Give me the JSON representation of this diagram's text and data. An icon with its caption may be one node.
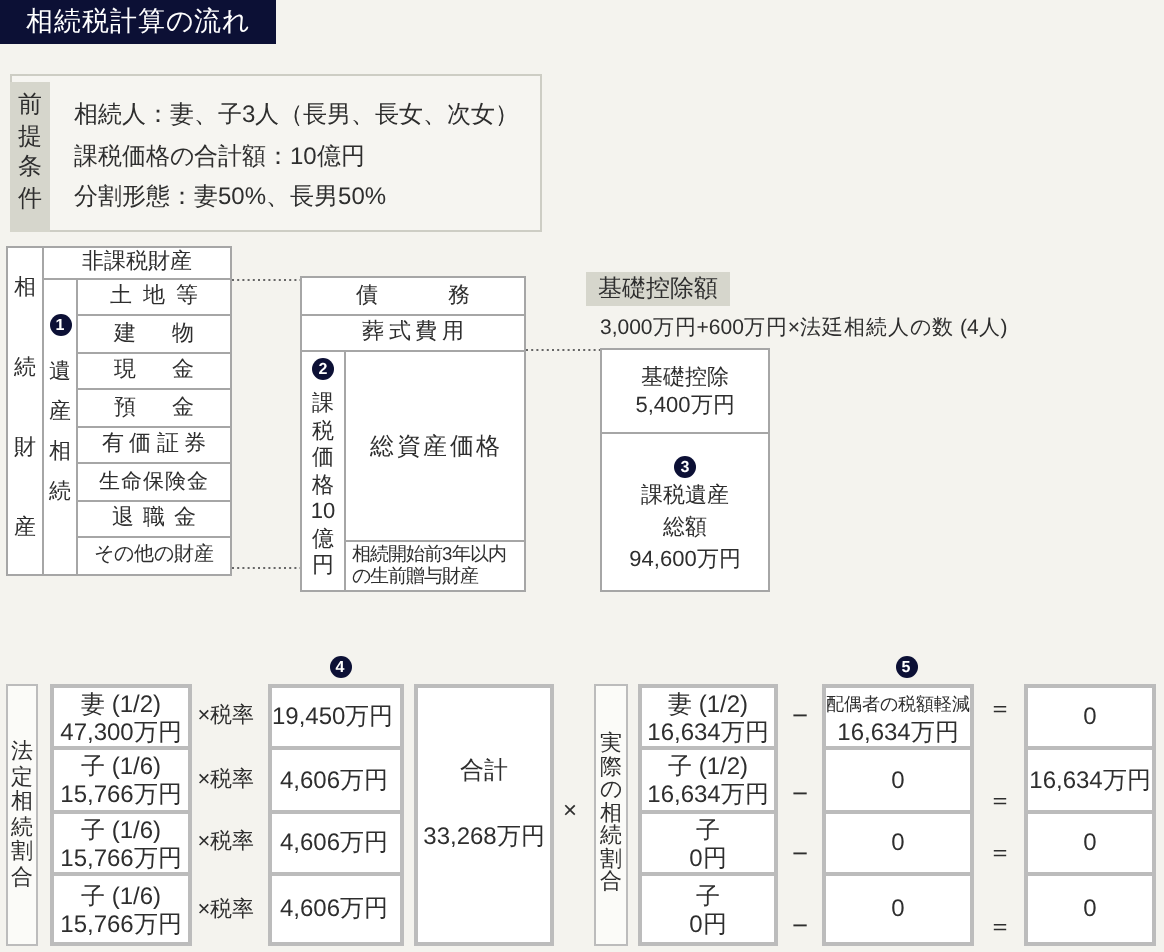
{
  "diagram": {
    "title": "相続税計算の流れ",
    "nodes": [
      {
        "text": [
          "前提条件",
          "相続人：妻、子3人（長男、長女、次女）",
          "課税価格の合計額：10億円",
          "分割形態：妻50%、長男50%"
        ]
      },
      {
        "text": [
          "相続財産"
        ]
      },
      {
        "text": [
          "非課税財産"
        ],
        "in": 1
      },
      {
        "text": [
          "1",
          "遺産相続"
        ],
        "in": 1
      },
      {
        "text": [
          "土地等"
        ],
        "in": 1
      },
      {
        "text": [
          "建物"
        ],
        "in": 1
      },
      {
        "text": [
          "現金"
        ],
        "in": 1
      },
      {
        "text": [
          "預金"
        ],
        "in": 1
      },
      {
        "text": [
          "有価証券"
        ],
        "in": 1
      },
      {
        "text": [
          "生命保険金"
        ],
        "in": 1
      },
      {
        "text": [
          "退職金"
        ],
        "in": 1
      },
      {
        "text": [
          "その他の財産"
        ],
        "in": 1
      },
      {
        "text": [
          "債務"
        ]
      },
      {
        "text": [
          "葬式費用"
        ]
      },
      {
        "text": [
          "2",
          "課税価格10億円"
        ]
      },
      {
        "text": [
          "総資産価格"
        ]
      },
      {
        "text": [
          "相続開始前3年以内の生前贈与財産"
        ]
      },
      {
        "text": [
          "基礎控除額"
        ],
        "beside": [
          "3,000万円+600万円×法廷相続人の数 (4人)"
        ]
      },
      {
        "text": [
          "基礎控除",
          "5,400万円"
        ]
      },
      {
        "text": [
          "3",
          "課税遺産総額",
          "94,600万円"
        ]
      },
      {
        "text": [
          "法定相続割合"
        ]
      },
      {
        "text": [
          "妻 (1/2)",
          "47,300万円"
        ]
      },
      {
        "text": [
          "子 (1/6)",
          "15,766万円"
        ]
      },
      {
        "text": [
          "子 (1/6)",
          "15,766万円"
        ]
      },
      {
        "text": [
          "子 (1/6)",
          "15,766万円"
        ]
      },
      {
        "text": [
          "19,450万円"
        ]
      },
      {
        "text": [
          "4,606万円"
        ]
      },
      {
        "text": [
          "4,606万円"
        ]
      },
      {
        "text": [
          "4,606万円"
        ]
      },
      {
        "text": [
          "合計",
          "33,268万円"
        ]
      },
      {
        "text": [
          "実際の相続割合"
        ]
      },
      {
        "text": [
          "妻 (1/2)",
          "16,634万円"
        ]
      },
      {
        "text": [
          "子 (1/2)",
          "16,634万円"
        ]
      },
      {
        "text": [
          "子",
          "0円"
        ]
      },
      {
        "text": [
          "子",
          "0円"
        ]
      },
      {
        "text": [
          "配偶者の税額軽減",
          "16,634万円"
        ]
      },
      {
        "text": [
          "0"
        ]
      },
      {
        "text": [
          "0"
        ]
      },
      {
        "text": [
          "0"
        ]
      },
      {
        "text": [
          "0"
        ]
      },
      {
        "text": [
          "16,634万円"
        ]
      },
      {
        "text": [
          "0"
        ]
      },
      {
        "text": [
          "0"
        ]
      }
    ],
    "edges": [
      {
        "from": 4,
        "to": 12,
        "arrow": "none",
        "style": "dashed"
      },
      {
        "from": 11,
        "to": 14,
        "arrow": "none",
        "style": "dashed"
      },
      {
        "from": 13,
        "to": 18,
        "arrow": "none",
        "style": "dashed"
      }
    ],
    "labels": [
      "4",
      "5",
      "×税率",
      "×税率",
      "×税率",
      "×税率",
      "×",
      "－",
      "－",
      "－",
      "－",
      "＝",
      "＝",
      "＝",
      "＝"
    ]
  }
}
